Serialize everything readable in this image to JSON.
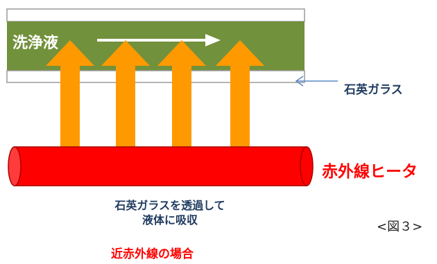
{
  "liquid_label": "洗浄液",
  "quartz_label": "石英ガラス",
  "heater_label": "赤外線ヒータ",
  "description_text": "石英ガラスを透過して\n液体に吸収",
  "caption": "近赤外線の場合",
  "figure_label": "<図３>",
  "colors": {
    "liquid": "#72913c",
    "heater": "#ff0000",
    "arrows": "#ff9900",
    "quartz_arrow": "#5b87c5"
  }
}
